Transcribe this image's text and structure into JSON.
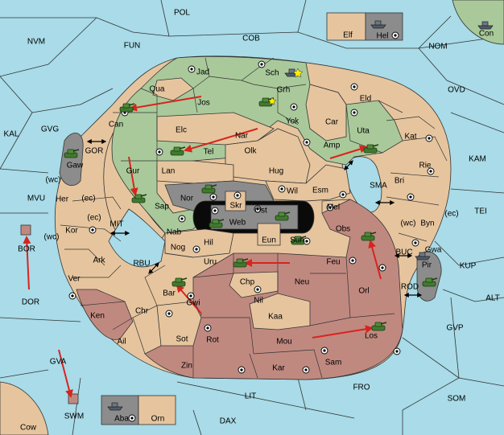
{
  "colors": {
    "sea": "#a9dbe8",
    "neutral": "#e6c59e",
    "green": "#a9c99a",
    "red": "#c08980",
    "gray": "#8c8c8c",
    "black": "#000000",
    "order_arrow": "#d8241e",
    "army": "#3f7a2e"
  },
  "board": {
    "sea_labels": {
      "pol": "POL",
      "nvm": "NVM",
      "fun": "FUN",
      "cob": "COB",
      "nom": "NOM",
      "ovd": "OVD",
      "kal": "KAL",
      "gvg": "GVG",
      "kam": "KAM",
      "tei": "TEI",
      "mvu": "MVU",
      "mit": "MIT",
      "sma": "SMA",
      "rbu": "RBU",
      "buc": "BUC",
      "kup": "KUP",
      "rod": "ROD",
      "alt": "ALT",
      "gvp": "GVP",
      "dor": "DOR",
      "gva": "GVA",
      "lit": "LIT",
      "fro": "FRO",
      "som": "SOM",
      "dax": "DAX",
      "swm": "SWM",
      "bor": "BOR",
      "gor": "GOR"
    },
    "land_labels": {
      "jad": "Jad",
      "sch": "Sch",
      "qua": "Qua",
      "jos": "Jos",
      "grh": "Grh",
      "can": "Can",
      "elc": "Elc",
      "nar": "Nar",
      "yok": "Yok",
      "car": "Car",
      "eld": "Eld",
      "uta": "Uta",
      "kat": "Kat",
      "tel": "Tel",
      "olk": "Olk",
      "amp": "Amp",
      "rie": "Rie",
      "gur": "Gur",
      "lan": "Lan",
      "hug": "Hug",
      "bri": "Bri",
      "gaw": "Gaw",
      "nor": "Nor",
      "skr": "Skr",
      "ost": "Ost",
      "wil": "Wil",
      "esm": "Esm",
      "sap": "Sap",
      "web": "Web",
      "mel": "Mel",
      "byn": "Byn",
      "her": "Her",
      "kor": "Kor",
      "nab": "Nab",
      "eun": "Eun",
      "sun": "Sun",
      "obs": "Obs",
      "gwa": "Gwa",
      "hil": "Hil",
      "nog": "Nog",
      "uru": "Uru",
      "feu": "Feu",
      "pir": "Pir",
      "ark": "Ark",
      "chp": "Chp",
      "neu": "Neu",
      "orl": "Orl",
      "ver": "Ver",
      "bar": "Bar",
      "gwi": "Gwi",
      "nil": "Nil",
      "chr": "Chr",
      "kaa": "Kaa",
      "ken": "Ken",
      "sot": "Sot",
      "rot": "Rot",
      "mou": "Mou",
      "los": "Los",
      "ail": "Ail",
      "zin": "Zin",
      "kar": "Kar",
      "sam": "Sam",
      "elf": "Elf",
      "hel": "Hel",
      "con": "Con",
      "aba": "Aba",
      "orn": "Orn",
      "cow": "Cow"
    },
    "coast_marks": {
      "wc": "(wc)",
      "ec": "(ec)"
    }
  }
}
